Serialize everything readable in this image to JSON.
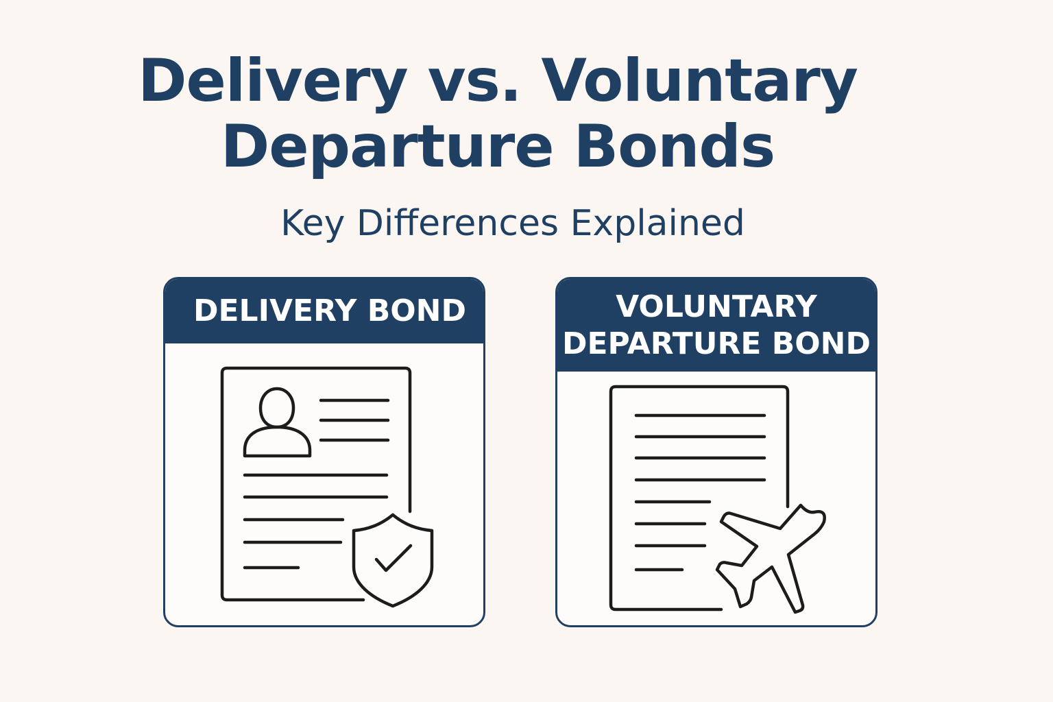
{
  "header": {
    "title_line1": "Delivery vs. Voluntary",
    "title_line2": "Departure Bonds",
    "subtitle": "Key Differences Explained"
  },
  "cards": [
    {
      "title": "DELIVERY BOND",
      "icons": [
        "document-icon",
        "person-icon",
        "shield-check-icon"
      ]
    },
    {
      "title_line1": "VOLUNTARY",
      "title_line2": "DEPARTURE BOND",
      "icons": [
        "document-icon",
        "airplane-icon"
      ]
    }
  ],
  "colors": {
    "background": "#fbf6f1",
    "navy": "#1f3f63",
    "card_fill": "#fefcfa",
    "icon_stroke": "#1c1c1c"
  }
}
